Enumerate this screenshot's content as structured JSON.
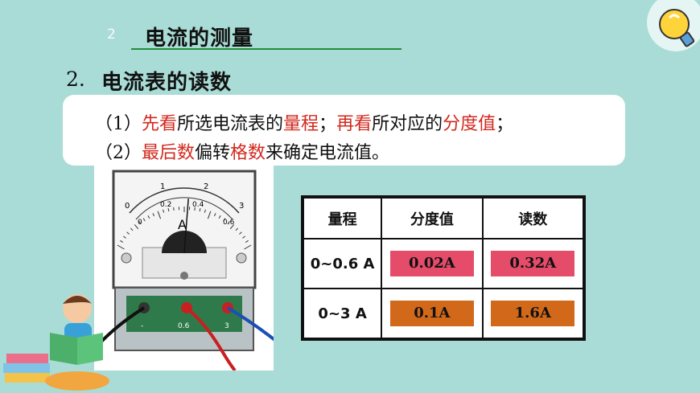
{
  "header": {
    "number": "2",
    "title": "电流的测量"
  },
  "section": {
    "number": "2.",
    "title": "电流表的读数"
  },
  "steps": {
    "line1": [
      {
        "t": "（1）",
        "c": "n"
      },
      {
        "t": "先看",
        "c": "r"
      },
      {
        "t": "所选电流表的",
        "c": "n"
      },
      {
        "t": "量程",
        "c": "r"
      },
      {
        "t": "；",
        "c": "n"
      },
      {
        "t": "再看",
        "c": "r"
      },
      {
        "t": "所对应的",
        "c": "n"
      },
      {
        "t": "分度值",
        "c": "r"
      },
      {
        "t": "；",
        "c": "n"
      }
    ],
    "line2": [
      {
        "t": "（2）",
        "c": "n"
      },
      {
        "t": "最后数",
        "c": "r"
      },
      {
        "t": "偏转",
        "c": "n"
      },
      {
        "t": "格数",
        "c": "r"
      },
      {
        "t": "来确定电流值。",
        "c": "n"
      }
    ]
  },
  "ammeter": {
    "unit": "A",
    "top_scale": [
      "0",
      "1",
      "2",
      "3"
    ],
    "bottom_scale": [
      "0",
      "0.2",
      "0.4",
      "0.6"
    ],
    "terminals": [
      "-",
      "0.6",
      "3"
    ],
    "reading_fraction": 0.53
  },
  "table": {
    "headers": [
      "量程",
      "分度值",
      "读数"
    ],
    "rows": [
      {
        "range": "0~0.6 A",
        "division": "0.02A",
        "reading": "0.32A"
      },
      {
        "range": "0~3 A",
        "division": "0.1A",
        "reading": "1.6A"
      }
    ]
  },
  "colors": {
    "accent_red": "#d2281e",
    "pink_cell": "#e44c6a",
    "orange_cell": "#d2691a",
    "underline": "#1f8f3a"
  }
}
